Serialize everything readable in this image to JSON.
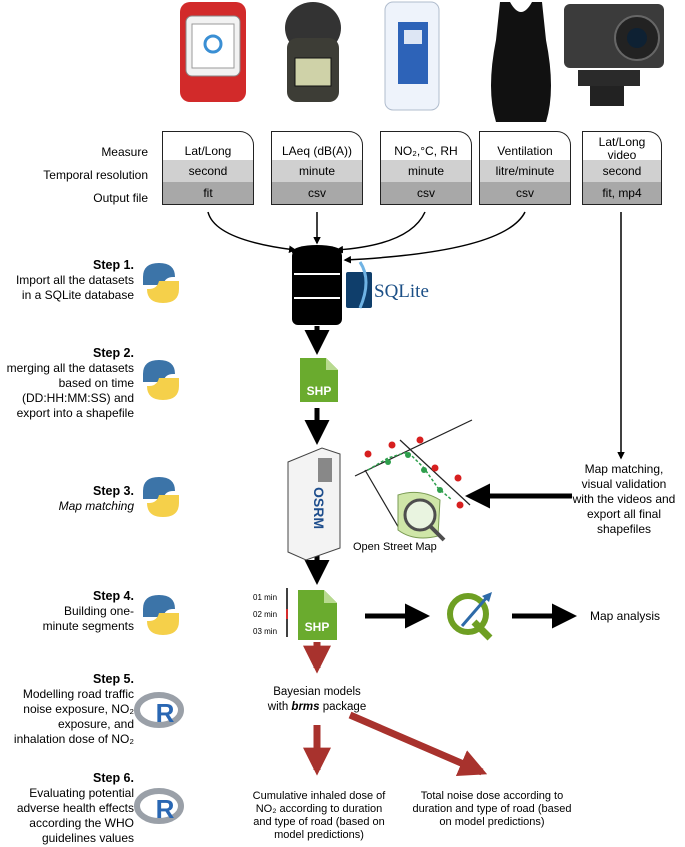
{
  "devices": [
    {
      "name": "gps-watch",
      "icon": "watch-icon",
      "measure": "Lat/Long",
      "temporal": "second",
      "output": "fit"
    },
    {
      "name": "noise-meter",
      "icon": "sound-meter-icon",
      "measure": "LAeq (dB(A))",
      "temporal": "minute",
      "output": "csv"
    },
    {
      "name": "air-sensor",
      "icon": "air-sensor-icon",
      "measure": "NO₂,°C, RH",
      "temporal": "minute",
      "output": "csv"
    },
    {
      "name": "ventilation-shirt",
      "icon": "shirt-icon",
      "measure": "Ventilation",
      "temporal": "litre/minute",
      "output": "csv"
    },
    {
      "name": "action-camera",
      "icon": "camera-icon",
      "measure": "Lat/Long video",
      "temporal": "second",
      "output": "fit, mp4"
    }
  ],
  "row_labels": {
    "measure": "Measure",
    "temporal": "Temporal resolution",
    "output": "Output file"
  },
  "steps": [
    {
      "title": "Step 1.",
      "text": "Import all the datasets in a SQLite database",
      "tool": "python-icon"
    },
    {
      "title": "Step 2.",
      "text": "merging all the datasets based on time (DD:HH:MM:SS) and export into a shapefile",
      "tool": "python-icon"
    },
    {
      "title": "Step 3.",
      "text": "Map matching",
      "tool": "python-icon"
    },
    {
      "title": "Step 4.",
      "text": "Building one-minute segments",
      "tool": "python-icon"
    },
    {
      "title": "Step 5.",
      "text": "Modelling road traffic noise exposure, NO₂ exposure, and inhalation dose of NO₂",
      "tool": "r-icon"
    },
    {
      "title": "Step 6.",
      "text": "Evaluating potential adverse health effects according the WHO guidelines values",
      "tool": "r-icon"
    }
  ],
  "labels": {
    "sqlite": "SQLite",
    "shp": "SHP",
    "osm": "Open Street Map",
    "map_matching_side": "Map matching, visual validation with the videos and export all final shapefiles",
    "map_analysis": "Map analysis",
    "minute_ticks": [
      "01 min",
      "02 min",
      "03 min"
    ],
    "bayes_line1": "Bayesian models",
    "bayes_with": "with",
    "bayes_pkg": "brms",
    "bayes_package": "package",
    "no2_dose": "Cumulative inhaled dose of NO₂ according to duration and type of road (based on model predictions)",
    "noise_dose": "Total noise dose according to duration and type of road (based on model predictions)"
  },
  "colors": {
    "arrow_black": "#000000",
    "arrow_red": "#a8322d",
    "shp_green": "#6aab2e",
    "python_blue": "#3c74a8",
    "python_yellow": "#f5d04a",
    "r_blue": "#2a67b3",
    "sqlite_blue": "#1b4f86"
  }
}
